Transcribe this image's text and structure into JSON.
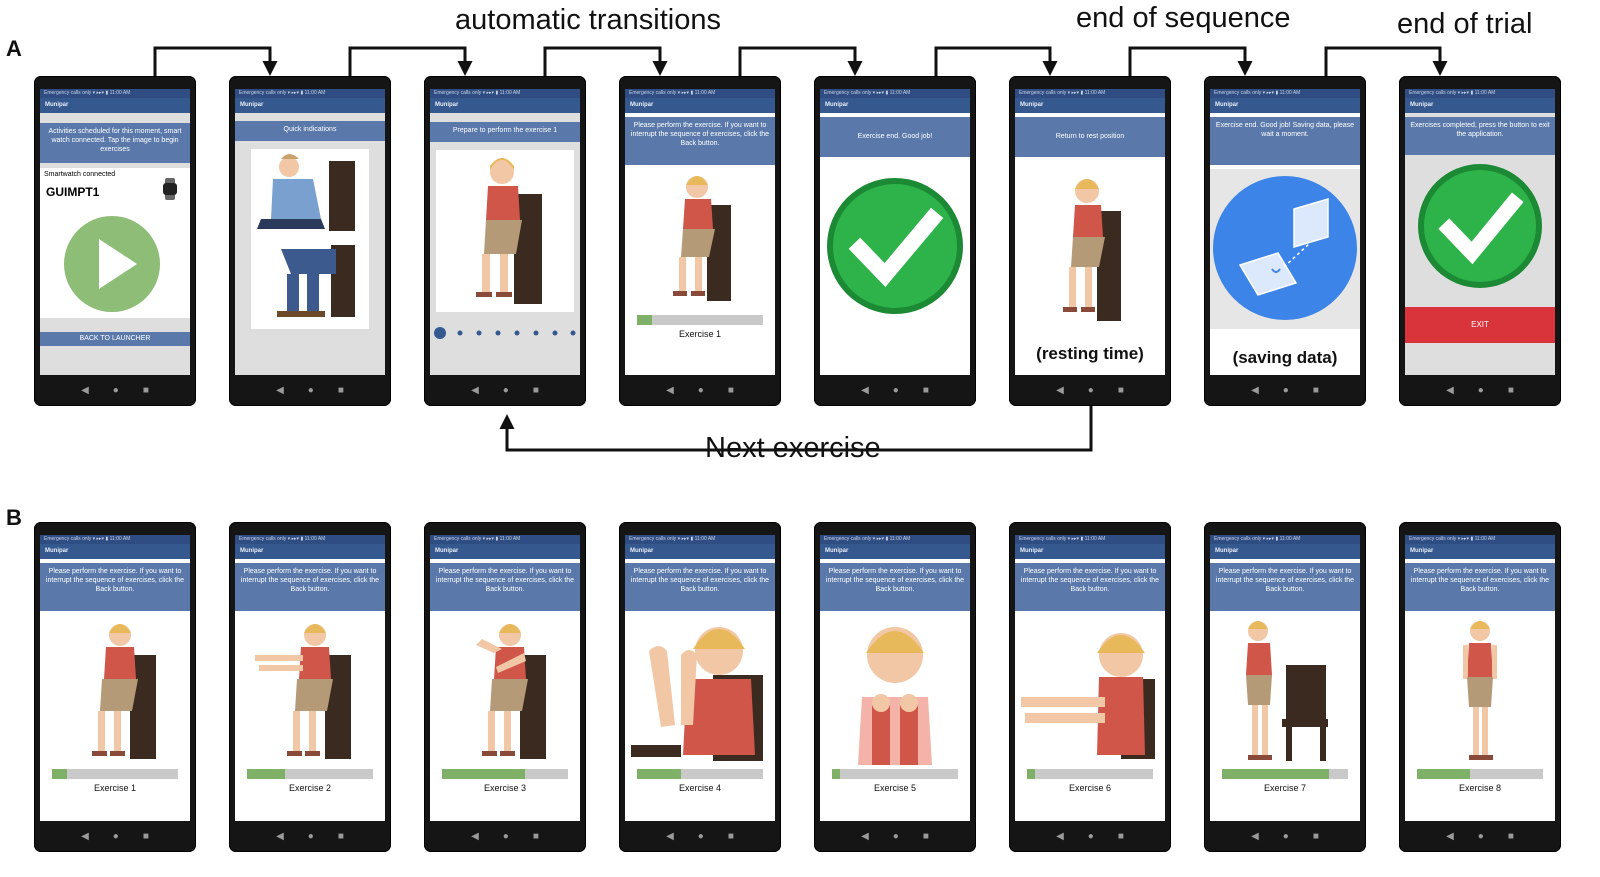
{
  "labels": {
    "panel_a": "A",
    "panel_b": "B",
    "automatic_transitions": "automatic transitions",
    "end_of_sequence": "end of sequence",
    "end_of_trial": "end of trial",
    "next_exercise": "Next exercise"
  },
  "screens_a": {
    "status_text": "Emergency calls only ▾   ▸▸▾ ▮ 11:00 AM",
    "app_title": "Munipar",
    "s1": {
      "message": "Activities scheduled for this moment, smart watch connected. Tap the image to begin exercises",
      "watch_label": "Smartwatch connected",
      "device_id": "GUIMPT1",
      "back_button": "BACK TO LAUNCHER"
    },
    "s2": {
      "message": "Quick indications"
    },
    "s3": {
      "message": "Prepare to perform the exercise 1"
    },
    "s4": {
      "message": "Please perform the exercise. If you want to interrupt the sequence of exercises, click the Back button.",
      "exercise_label": "Exercise 1",
      "progress": 0.12
    },
    "s5": {
      "message": "Exercise end. Good job!"
    },
    "s6": {
      "message": "Return to rest position",
      "caption": "(resting time)"
    },
    "s7": {
      "message": "Exercise end. Good job! Saving data, please wait a moment.",
      "caption": "(saving data)"
    },
    "s8": {
      "message": "Exercises completed, press the button to exit the application.",
      "exit_button": "EXIT"
    }
  },
  "screens_b": {
    "message": "Please perform the exercise. If you want to interrupt the sequence of exercises, click the Back button.",
    "items": [
      {
        "label": "Exercise 1",
        "progress": 0.12,
        "pose": "seated"
      },
      {
        "label": "Exercise 2",
        "progress": 0.3,
        "pose": "arms-forward"
      },
      {
        "label": "Exercise 3",
        "progress": 0.66,
        "pose": "arm-cross"
      },
      {
        "label": "Exercise 4",
        "progress": 0.35,
        "pose": "hands-up-zoom"
      },
      {
        "label": "Exercise 5",
        "progress": 0.06,
        "pose": "hands-chest-zoom"
      },
      {
        "label": "Exercise 6",
        "progress": 0.06,
        "pose": "arms-forward-zoom"
      },
      {
        "label": "Exercise 7",
        "progress": 0.85,
        "pose": "standing-by-chair"
      },
      {
        "label": "Exercise 8",
        "progress": 0.42,
        "pose": "standing"
      }
    ]
  },
  "colors": {
    "header_blue": "#35588f",
    "message_blue": "#5a79aa",
    "progress_green": "#7fb068",
    "check_green": "#2eb34a",
    "exit_red": "#d9343b",
    "play_green": "#8dbd76",
    "saving_blue": "#3d84e8"
  }
}
